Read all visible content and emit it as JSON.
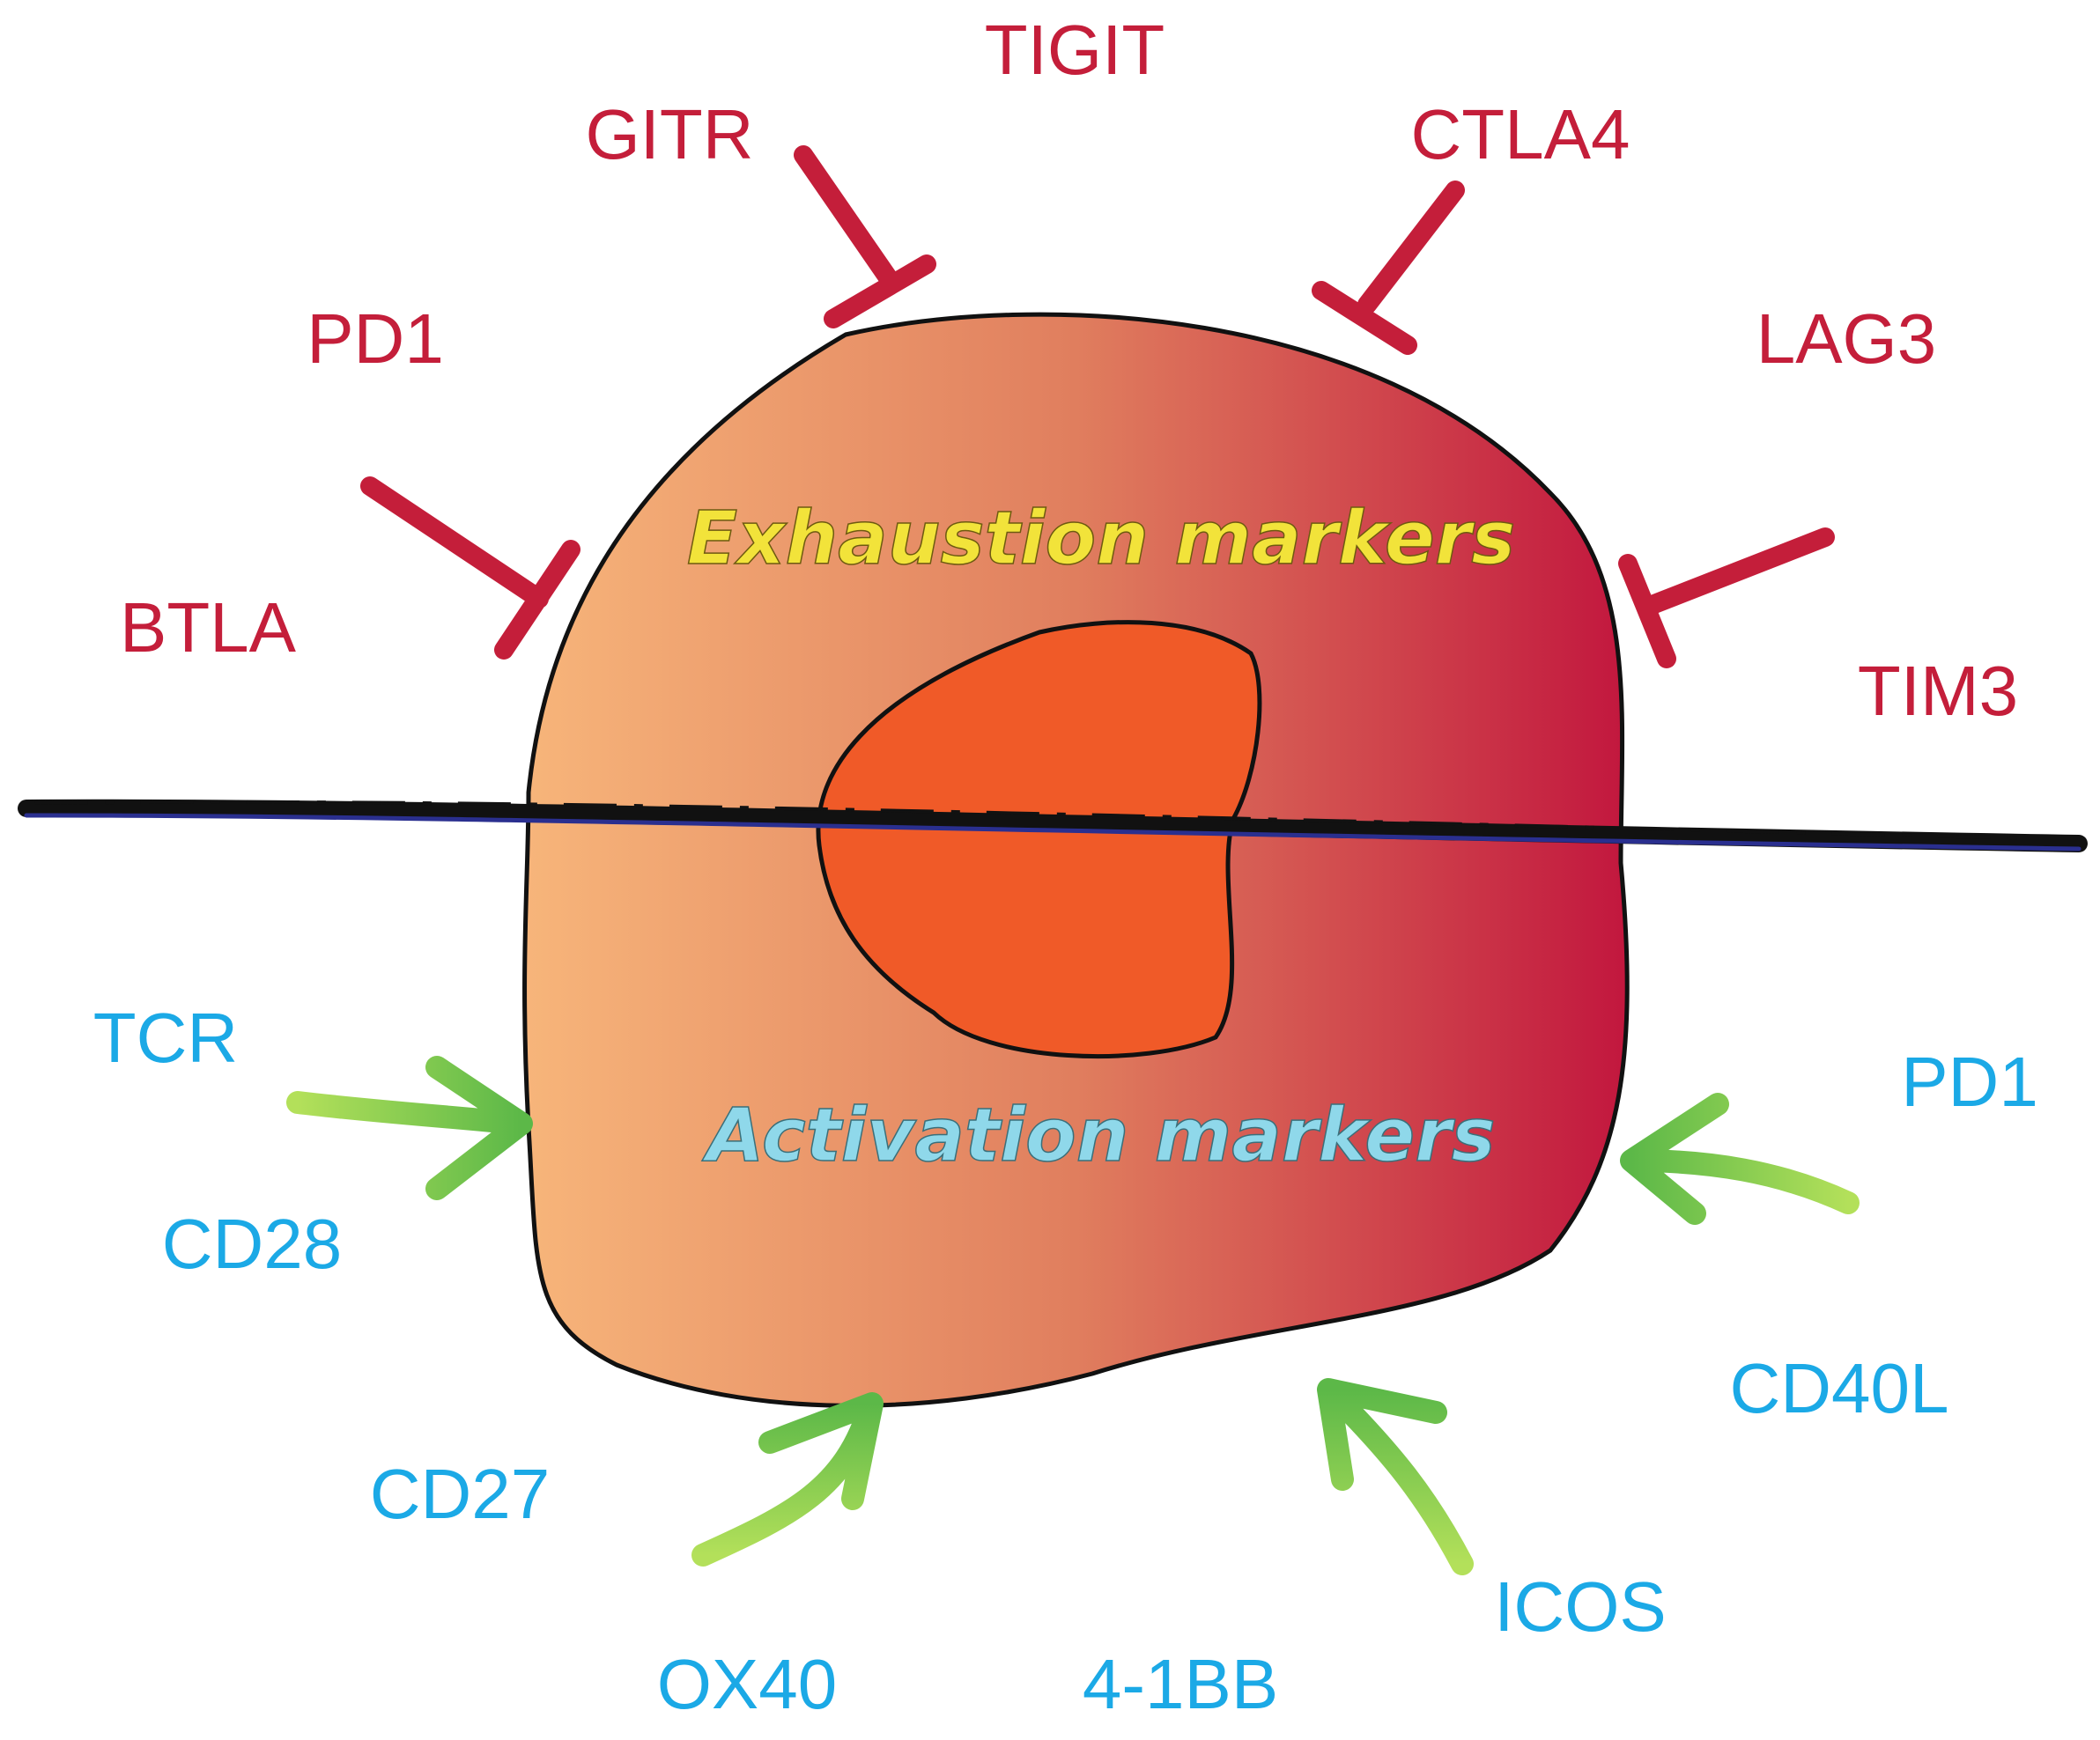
{
  "exhaustion": {
    "title": "Exhaustion markers",
    "color": "#c41e3a",
    "title_color": "#f2e33a",
    "labels": [
      "TIGIT",
      "GITR",
      "CTLA4",
      "PD1",
      "LAG3",
      "BTLA",
      "TIM3"
    ]
  },
  "activation": {
    "title": "Activation markers",
    "color": "#1ba9e6",
    "title_color": "#8fd8ea",
    "arrow_color_light": "#b3e05a",
    "arrow_color_dark": "#5cb848",
    "labels": [
      "TCR",
      "PD1",
      "CD28",
      "CD40L",
      "CD27",
      "ICOS",
      "OX40",
      "4-1BB"
    ]
  },
  "cell": {
    "gradient_left": "#f7b57a",
    "gradient_right": "#c2173e",
    "nucleus_color": "#f05a28"
  },
  "divider_color": "#111111"
}
